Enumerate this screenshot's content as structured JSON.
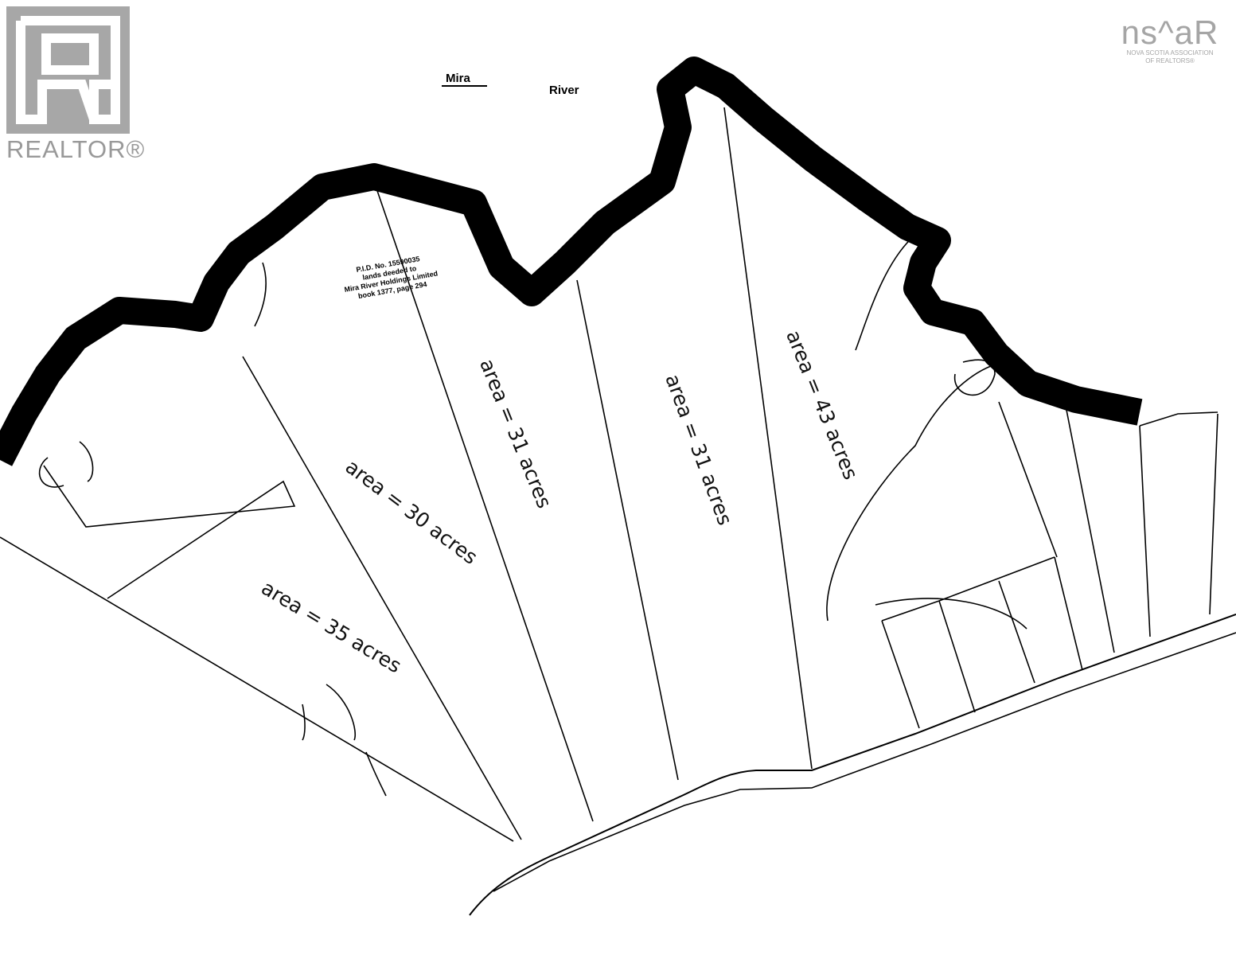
{
  "logos": {
    "realtor": {
      "letter": "R",
      "text": "REALTOR®"
    },
    "nsar": {
      "text": "ns^aR",
      "subtitle_1": "NOVA SCOTIA ASSOCIATION",
      "subtitle_2": "OF REALTORS®"
    }
  },
  "map": {
    "water_label_1": "Mira",
    "water_label_2": "River",
    "parcel_note": [
      "P.I.D. No. 15590035",
      "lands deeded to",
      "Mira River Holdings Limited",
      "book 1377, page 294"
    ],
    "lots": [
      {
        "label": "area = 35 acres"
      },
      {
        "label": "area = 30 acres"
      },
      {
        "label": "area = 31 acres"
      },
      {
        "label": "area = 31 acres"
      },
      {
        "label": "area = 43 acres"
      }
    ]
  }
}
